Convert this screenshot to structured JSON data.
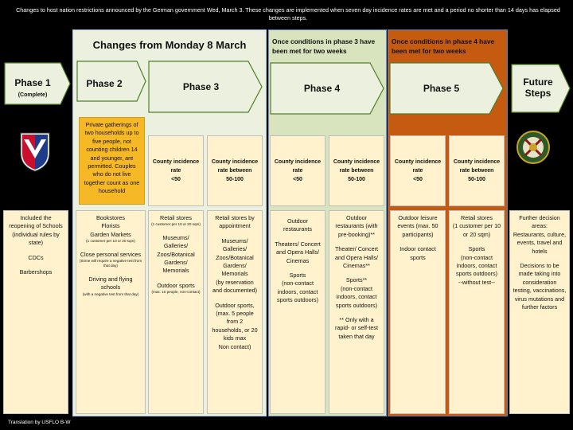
{
  "top_note": "Changes to host nation restrictions announced by the German government Wed, March 3. These changes are implemented when seven day incidence rates are met and a period no shorter than 14 days has elapsed between steps.",
  "footer": "Translation by USFLO B-W",
  "headers": {
    "main": "Changes from Monday 8 March",
    "phase4": "Once conditions in phase 3 have been met for two weeks",
    "phase5": "Once conditions in phase 4 have been met for two weeks"
  },
  "phases": {
    "p1": {
      "label": "Phase 1",
      "sub": "(Complete)"
    },
    "p2": {
      "label": "Phase 2"
    },
    "p3": {
      "label": "Phase 3"
    },
    "p4": {
      "label": "Phase 4"
    },
    "p5": {
      "label": "Phase 5"
    },
    "future": {
      "line1": "Future",
      "line2": "Steps"
    }
  },
  "phase2_orange": "Private gatherings of two households up to five people, not counting children 14 and younger, are permitted. Couples who do not live together count as one household",
  "incidence": {
    "p3a": [
      "County incidence",
      "rate",
      "<50"
    ],
    "p3b": [
      "County incidence",
      "rate between",
      "50-100"
    ],
    "p4a": [
      "County incidence",
      "rate",
      "<50"
    ],
    "p4b": [
      "County incidence",
      "rate between",
      "50-100"
    ],
    "p5a": [
      "County incidence",
      "rate",
      "<50"
    ],
    "p5b": [
      "County incidence",
      "rate between",
      "50-100"
    ]
  },
  "details": {
    "p1": {
      "l1": "Included the",
      "l2": "reopening of Schools",
      "l3": "(individual rules by",
      "l4": "state)",
      "l5": "CDCs",
      "l6": "Barbershops"
    },
    "p2": {
      "l1": "Bookstores",
      "l2": "Florists",
      "l3": "Garden Markets",
      "t1": "(1 customer per 10 or 20 sqm)",
      "l4": "Close personal services",
      "t2": "(Some will require a negative test from that day)",
      "l5": "Driving and flying",
      "l6": "schools",
      "t3": "(with a negative test from that day)"
    },
    "p3a": {
      "l1": "Retail stores",
      "t1": "(1 customer per 10 or 20 sqm)",
      "l2": "Museums/",
      "l3": "Galleries/",
      "l4": "Zoos/Botanical",
      "l5": "Gardens/",
      "l6": "Memorials",
      "l7": "Outdoor sports",
      "t2": "(max. 10 people, non-contact)"
    },
    "p3b": {
      "l1": "Retail stores by",
      "l2": "appointment",
      "l3": "Museums/",
      "l4": "Galleries/",
      "l5": "Zoos/Botanical",
      "l6": "Gardens/",
      "l7": "Memorials",
      "l8": "(by reservation",
      "l9": "and documented)",
      "l10": "Outdoor sports,",
      "l11": "(max. 5 people",
      "l12": "from 2",
      "l13": "households, or 20",
      "l14": "kids max",
      "l15": "Non contact)"
    },
    "p4a": {
      "l1": "Outdoor",
      "l2": "restaurants",
      "l3": "Theaters/ Concert",
      "l4": "and Opera Halls/",
      "l5": "Cinemas",
      "l6": "Sports",
      "l7": "(non-contact",
      "l8": "indoors, contact",
      "l9": "sports outdoors)"
    },
    "p4b": {
      "l1": "Outdoor",
      "l2": "restaurants (with",
      "l3": "pre-booking)**",
      "l4": "Theater/ Concert",
      "l5": "and Opera Halls/",
      "l6": "Cinemas**",
      "l7": "Sports**",
      "l8": "(non-contact",
      "l9": "indoors, contact",
      "l10": "sports outdoors)",
      "l11": "** Only with a",
      "l12": "rapid- or self-test",
      "l13": "taken that day"
    },
    "p5a": {
      "l1": "Outdoor leisure",
      "l2": "events (max. 50",
      "l3": "participants)",
      "l4": "Indoor contact",
      "l5": "sports"
    },
    "p5b": {
      "l1": "Retail stores",
      "l2": "(1 customer per 10",
      "l3": "or 20 sqm)",
      "l4": "Sports",
      "l5": "(non-contact",
      "l6": "indoors, contact",
      "l7": "sports outdoors)",
      "l8": "--without test--"
    },
    "future": {
      "l1": "Further decision",
      "l2": "areas:",
      "l3": "Restaurants, culture,",
      "l4": "events, travel and",
      "l5": "hotels",
      "l6": "Decisions to be",
      "l7": "made taking into",
      "l8": "consideration",
      "l9": "testing, vaccinations,",
      "l10": "virus mutations and",
      "l11": "further factors"
    }
  },
  "colors": {
    "band_a": "#ebf1de",
    "band_b": "#d7e4bd",
    "band_c": "#c55a11",
    "box": "#fff2cc",
    "orange": "#f6b825",
    "arrow_fill": "#ebf1de"
  }
}
